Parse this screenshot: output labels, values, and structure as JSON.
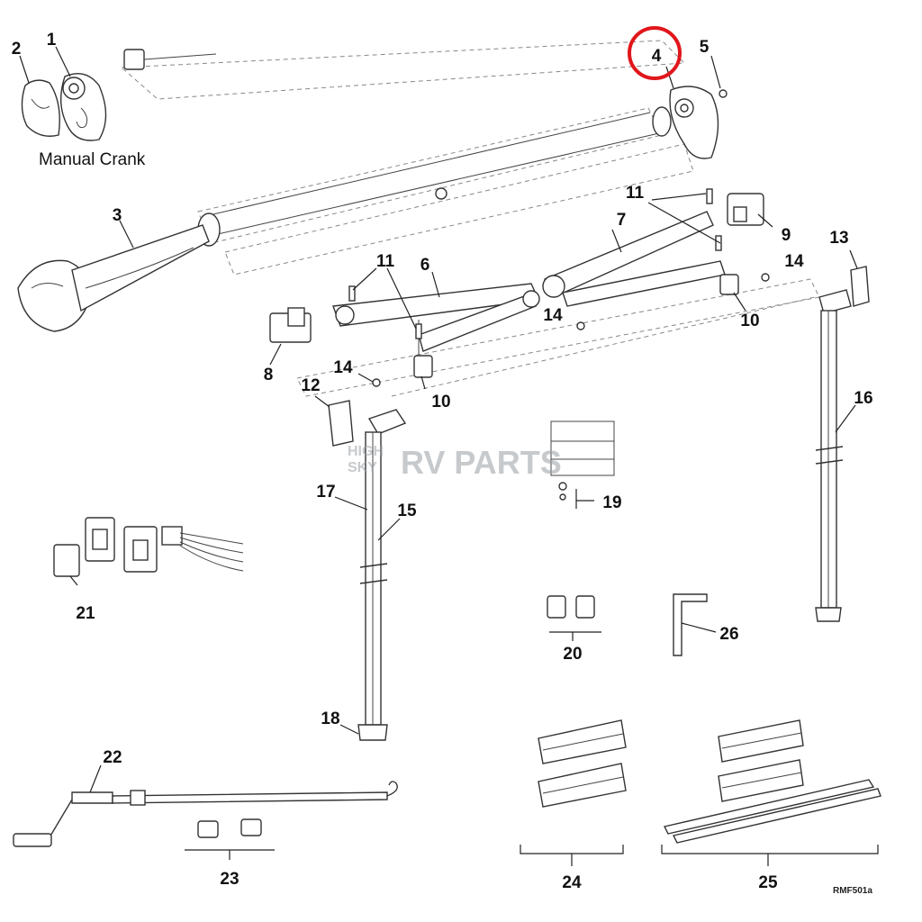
{
  "diagram": {
    "callouts": {
      "c1": "1",
      "c2": "2",
      "c3": "3",
      "c4": "4",
      "c5": "5",
      "c6": "6",
      "c7": "7",
      "c8": "8",
      "c9": "9",
      "c10a": "10",
      "c10b": "10",
      "c11a": "11",
      "c11b": "11",
      "c12": "12",
      "c13": "13",
      "c14a": "14",
      "c14b": "14",
      "c14c": "14",
      "c15": "15",
      "c16": "16",
      "c17": "17",
      "c18": "18",
      "c19": "19",
      "c20": "20",
      "c21": "21",
      "c22": "22",
      "c23": "23",
      "c24": "24",
      "c25": "25",
      "c26": "26"
    },
    "manual_crank_label": "Manual Crank",
    "drawing_code": "RMF501a",
    "watermark": {
      "line1": "HIGH",
      "line2": "SKY",
      "brand": "RV PARTS"
    },
    "highlight_color": "#e0161b"
  }
}
